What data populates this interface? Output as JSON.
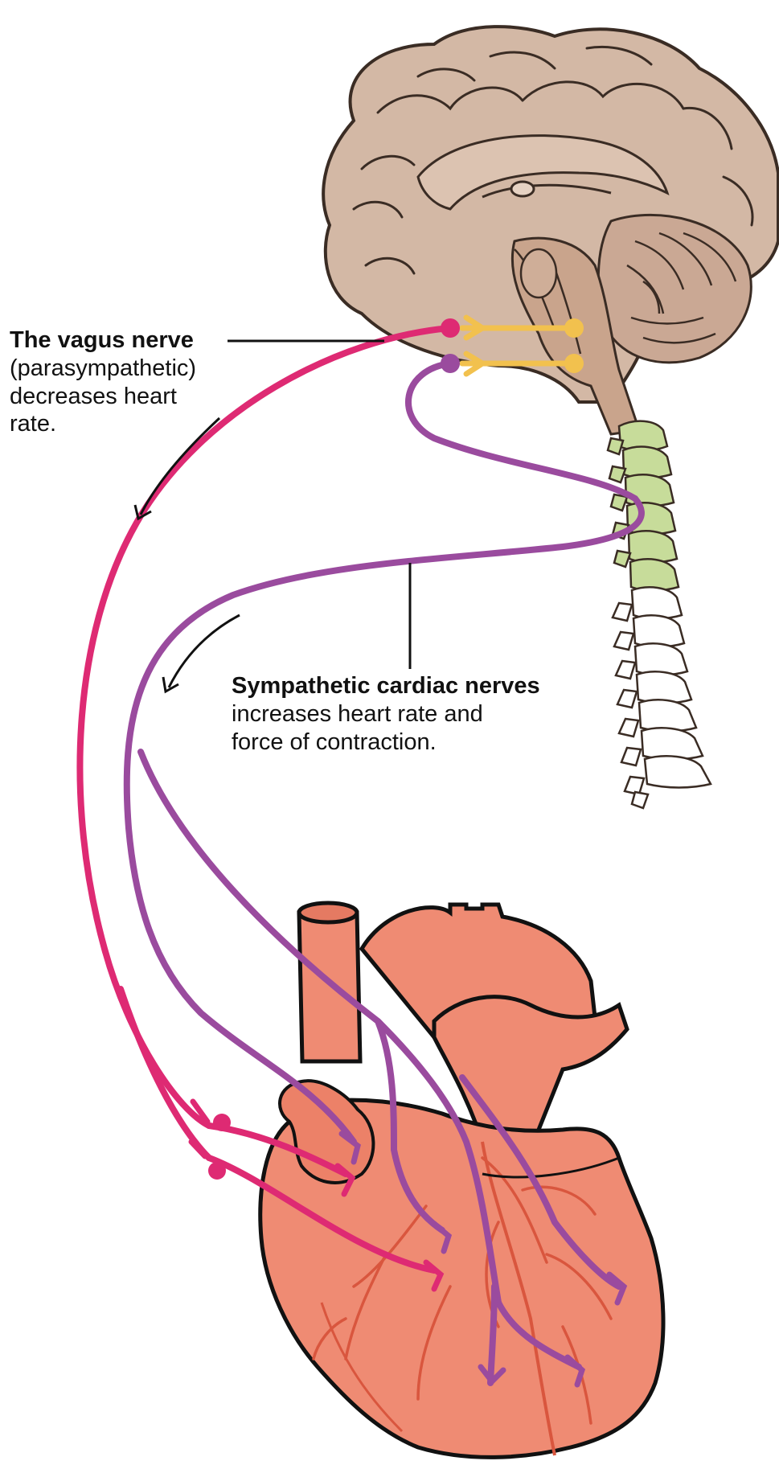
{
  "labels": {
    "vagus": {
      "title": "The vagus nerve",
      "line1": "(parasympathetic)",
      "line2": "decreases heart",
      "line3": "rate."
    },
    "sympathetic": {
      "title": "Sympathetic cardiac nerves",
      "line1": "increases heart rate and",
      "line2": "force of contraction."
    }
  },
  "colors": {
    "brain": "#d3b8a5",
    "brain_outline": "#3a2c24",
    "brainstem": "#c9a48c",
    "vertebra_cervical": "#c7dc9a",
    "vertebra_lower": "#ffffff",
    "vagus_nerve": "#de2a73",
    "sympathetic_nerve": "#9a4b9e",
    "ganglion_connector": "#f2c14e",
    "heart": "#ef8b73",
    "heart_outline": "#111111",
    "coronary_vessel": "#d9563e"
  }
}
